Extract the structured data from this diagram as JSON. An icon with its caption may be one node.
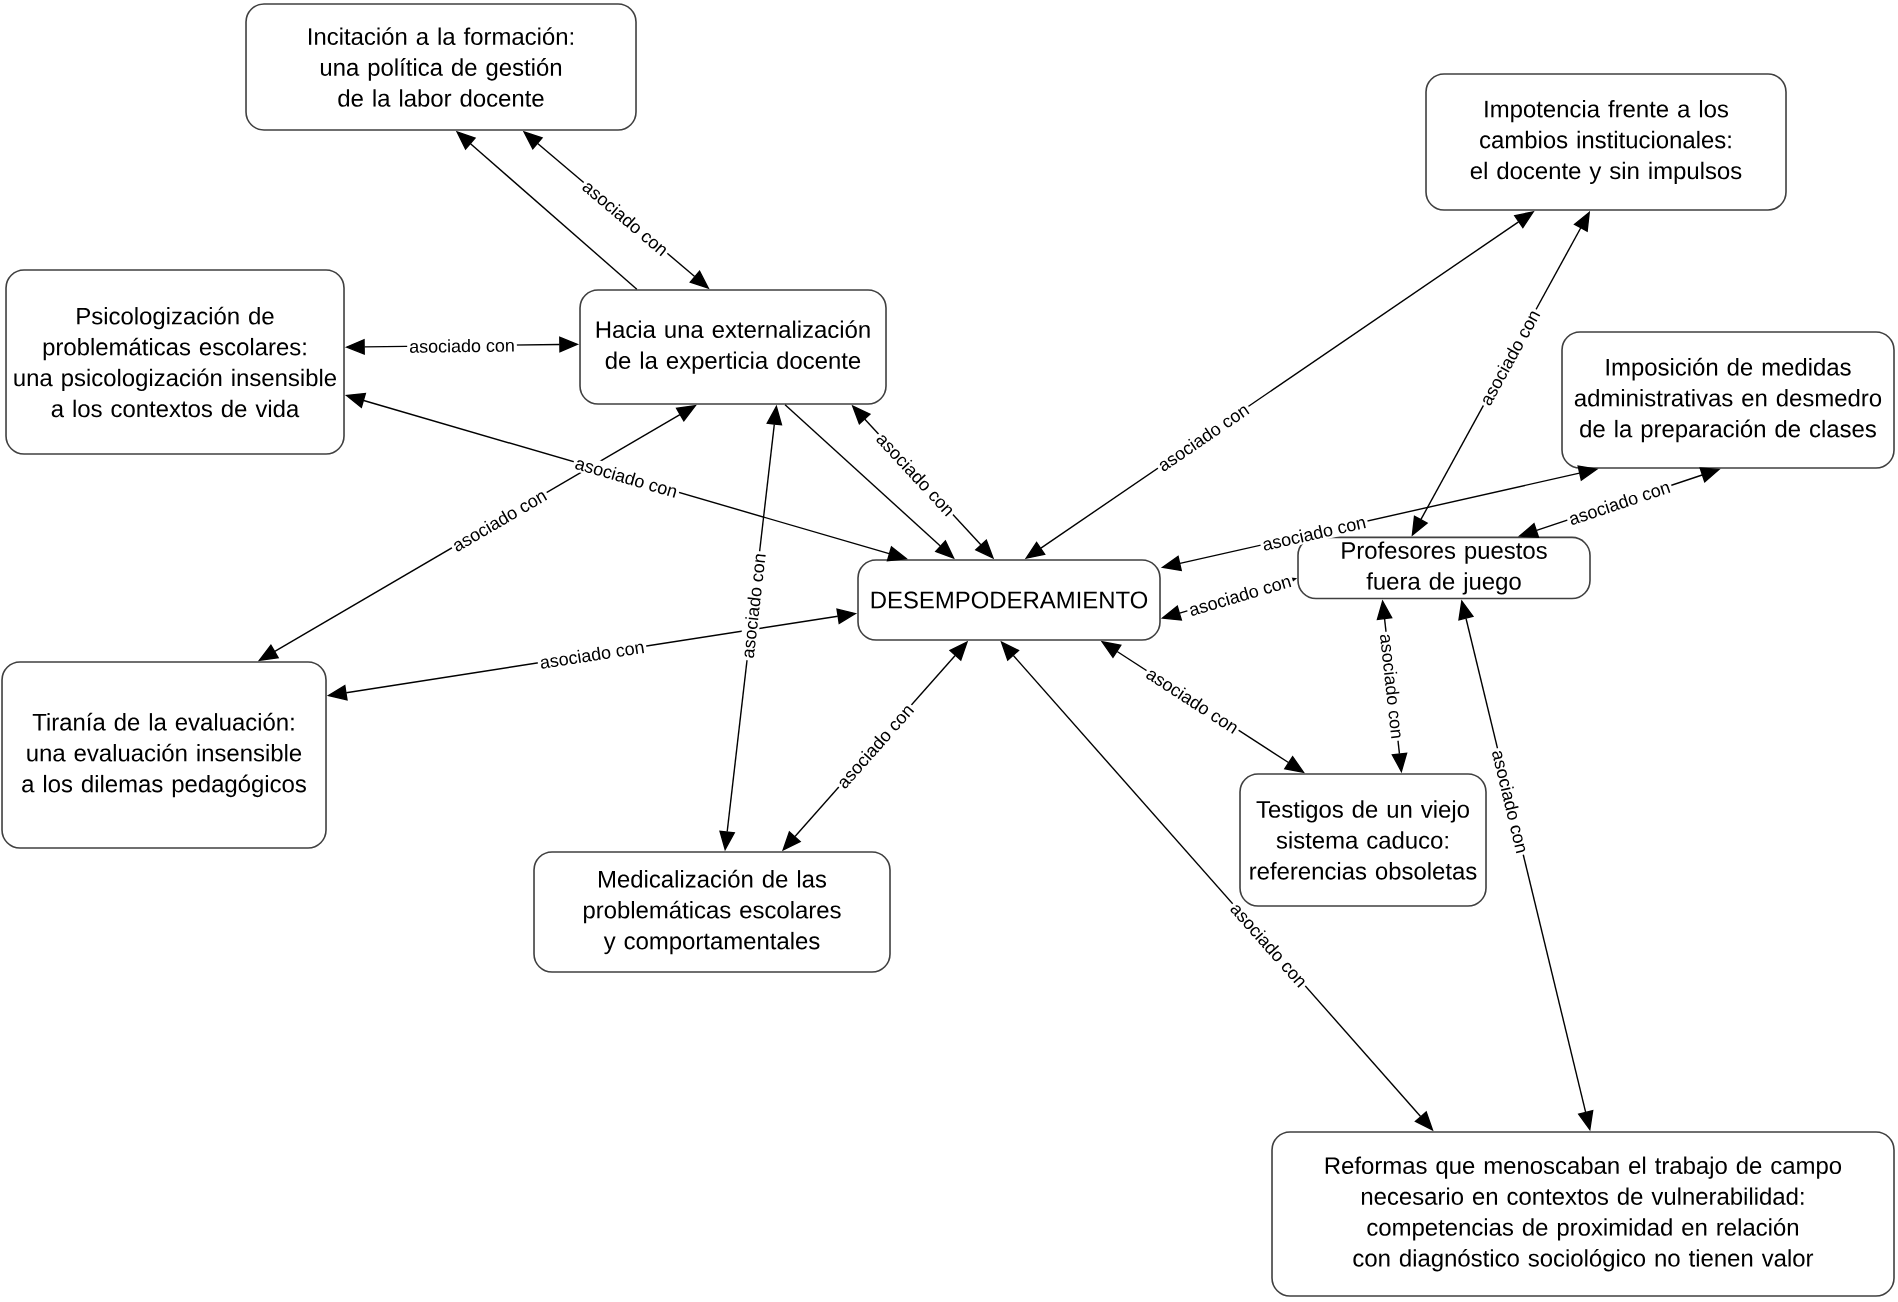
{
  "diagram": {
    "nodes": [
      {
        "text": [
          "Incitación a la formación: una política de gestión de la labor docente"
        ]
      },
      {
        "text": [
          "Psicologización de problemáticas escolares: una psicologización insensible a los contextos de vida"
        ]
      },
      {
        "text": [
          "Hacia una externalización de la experticia docente"
        ]
      },
      {
        "text": [
          "Impotencia frente a los cambios institucionales: el docente y sin impulsos"
        ]
      },
      {
        "text": [
          "Imposición de medidas administrativas en desmedro de la preparación de clases"
        ]
      },
      {
        "text": [
          "DESEMPODERAMIENTO"
        ]
      },
      {
        "text": [
          "Profesores puestos fuera de juego"
        ]
      },
      {
        "text": [
          "Tiranía de la evaluación: una evaluación insensible a los dilemas pedagógicos"
        ]
      },
      {
        "text": [
          "Testigos de un viejo sistema caduco: referencias obsoletas"
        ]
      },
      {
        "text": [
          "Medicalización de las problemáticas escolares y comportamentales"
        ]
      },
      {
        "text": [
          "Reformas que menoscaban el trabajo de campo necesario en contextos de vulnerabilidad: competencias de proximidad en relación con diagnóstico sociológico no tienen valor"
        ]
      }
    ],
    "edges": [
      {
        "from": 2,
        "to": 0,
        "arrow": "to"
      },
      {
        "from": 0,
        "to": 2,
        "arrow": "both",
        "label": "asociado con"
      },
      {
        "from": 1,
        "to": 2,
        "arrow": "both",
        "label": "asociado con"
      },
      {
        "from": 1,
        "to": 5,
        "arrow": "both",
        "label": "asociado con"
      },
      {
        "from": 2,
        "to": 7,
        "arrow": "both",
        "label": "asociado con"
      },
      {
        "from": 7,
        "to": 5,
        "arrow": "both",
        "label": "asociado con"
      },
      {
        "from": 2,
        "to": 9,
        "arrow": "both",
        "label": "asociado con"
      },
      {
        "from": 2,
        "to": 5,
        "arrow": "to"
      },
      {
        "from": 2,
        "to": 5,
        "arrow": "both",
        "label": "asociado con"
      },
      {
        "from": 5,
        "to": 3,
        "arrow": "both",
        "label": "asociado con"
      },
      {
        "from": 3,
        "to": 6,
        "arrow": "both",
        "label": "asociado con"
      },
      {
        "from": 5,
        "to": 4,
        "arrow": "both",
        "label": "asociado con"
      },
      {
        "from": 6,
        "to": 4,
        "arrow": "both",
        "label": "asociado con"
      },
      {
        "from": 5,
        "to": 6,
        "arrow": "both",
        "label": "asociado con"
      },
      {
        "from": 5,
        "to": 9,
        "arrow": "both",
        "label": "asociado con"
      },
      {
        "from": 5,
        "to": 8,
        "arrow": "both",
        "label": "asociado con"
      },
      {
        "from": 6,
        "to": 8,
        "arrow": "both",
        "label": "asociado con"
      },
      {
        "from": 5,
        "to": 10,
        "arrow": "both",
        "label": "asociado con"
      },
      {
        "from": 6,
        "to": 10,
        "arrow": "both",
        "label": "asociado con"
      }
    ]
  }
}
